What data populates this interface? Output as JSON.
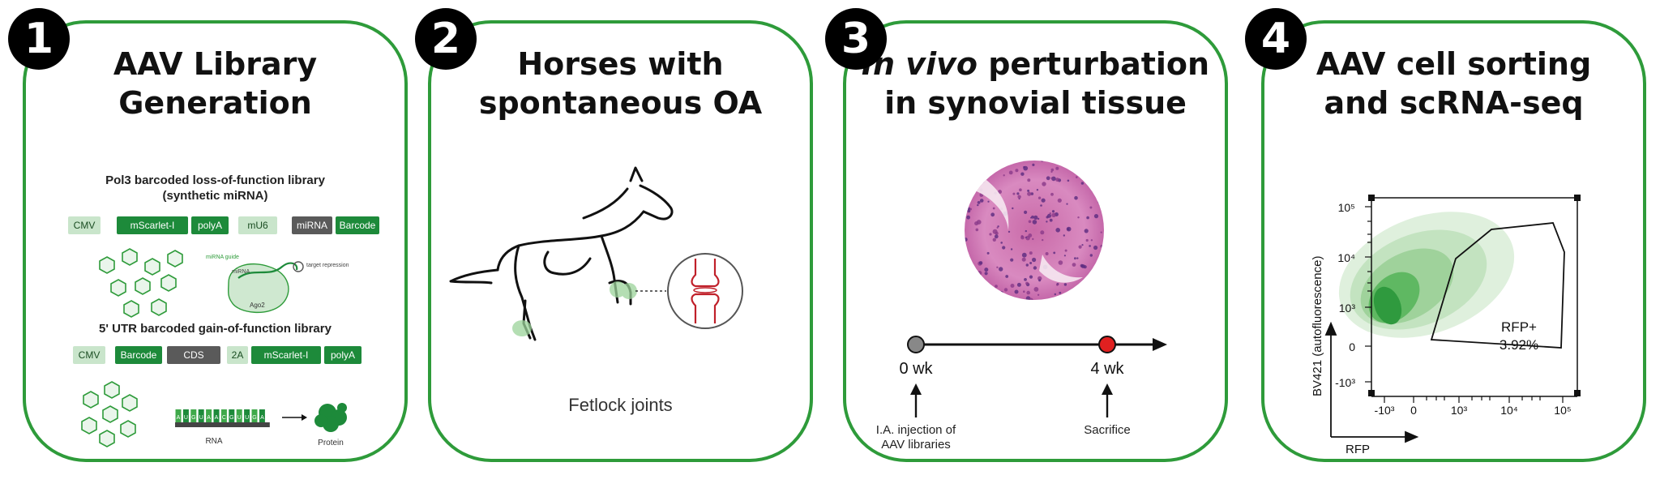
{
  "panels": [
    {
      "number": "1",
      "title_lines": [
        "AAV Library",
        "Generation"
      ],
      "lib1_title_lines": [
        "Pol3 barcoded loss-of-function library",
        "(synthetic miRNA)"
      ],
      "lib1_boxes": [
        "CMV",
        "mScarlet-I",
        "polyA",
        "mU6",
        "miRNA",
        "Barcode"
      ],
      "mirna_labels": {
        "guide": "miRNA guide",
        "mirna": "miRNA",
        "target": "target repression",
        "ago2": "Ago2"
      },
      "lib2_title": "5' UTR barcoded gain-of-function library",
      "lib2_boxes": [
        "CMV",
        "Barcode",
        "CDS",
        "2A",
        "mScarlet-I",
        "polyA"
      ],
      "rna_letters": [
        "A",
        "U",
        "G",
        "U",
        "A",
        "A",
        "C",
        "G",
        "U",
        "U",
        "G",
        "A"
      ],
      "rna_label": "RNA",
      "protein_label": "Protein"
    },
    {
      "number": "2",
      "title_lines": [
        "Horses with",
        "spontaneous OA"
      ],
      "caption": "Fetlock joints"
    },
    {
      "number": "3",
      "title_italic": "In vivo",
      "title_rest": " perturbation",
      "title_line2": "in synovial tissue",
      "timeline": {
        "start_label": "0 wk",
        "end_label": "4 wk",
        "start_event": [
          "I.A. injection of",
          "AAV libraries"
        ],
        "end_event": "Sacrifice"
      }
    },
    {
      "number": "4",
      "title_lines": [
        "AAV cell sorting",
        "and scRNA-seq"
      ],
      "gate_name": "RFP+",
      "gate_percent": "3.92%"
    }
  ],
  "chart_data": {
    "type": "scatter",
    "xlabel": "RFP",
    "ylabel": "BV421 (autofluorescence)",
    "x_ticks": [
      "-10³",
      "0",
      "10³",
      "10⁴",
      "10⁵"
    ],
    "y_ticks": [
      "10⁵",
      "10⁴",
      "10³",
      "0",
      "-10³"
    ],
    "gate": {
      "name": "RFP+",
      "percent": 3.92
    },
    "colors": {
      "density": "#2f9a3e",
      "gate_line": "#111111"
    }
  },
  "colors": {
    "panel_border": "#2e9b3a",
    "dark_green": "#1d8a3a",
    "light_green": "#c9e5cb",
    "gray_box": "#5a5a5a",
    "timeline_start": "#888888",
    "timeline_end": "#e02020",
    "joint_red": "#c0202a"
  }
}
